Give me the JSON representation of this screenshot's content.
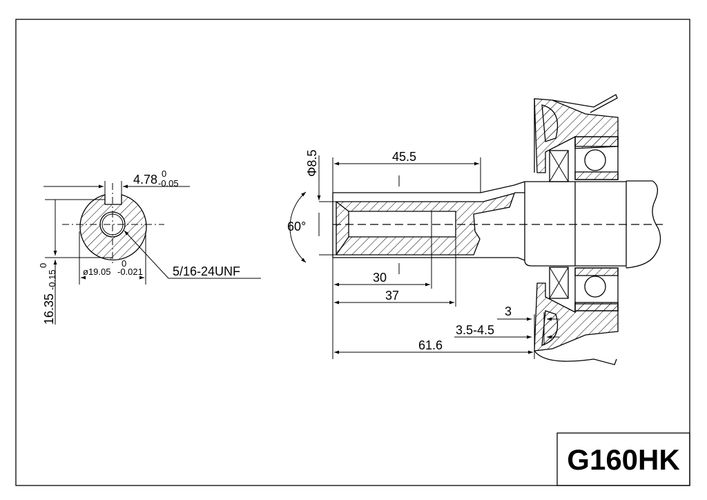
{
  "key_width": "4.78",
  "key_width_tol_upper": "0",
  "key_width_tol_lower": "-0.05",
  "shaft_diameter": "ø19.05",
  "shaft_diameter_tol_upper": "0",
  "shaft_diameter_tol_lower": "-0.021",
  "keyway_depth": "16.35",
  "keyway_depth_tol_upper": "0",
  "keyway_depth_tol_lower": "-0.15",
  "thread": "5/16-24UNF",
  "center_hole_diameter": "Φ8.5",
  "center_angle": "60°",
  "dim_45_5": "45.5",
  "dim_30": "30",
  "dim_37": "37",
  "dim_3": "3",
  "dim_3_5_4_5": "3.5-4.5",
  "dim_61_6": "61.6",
  "model": "G160HK"
}
